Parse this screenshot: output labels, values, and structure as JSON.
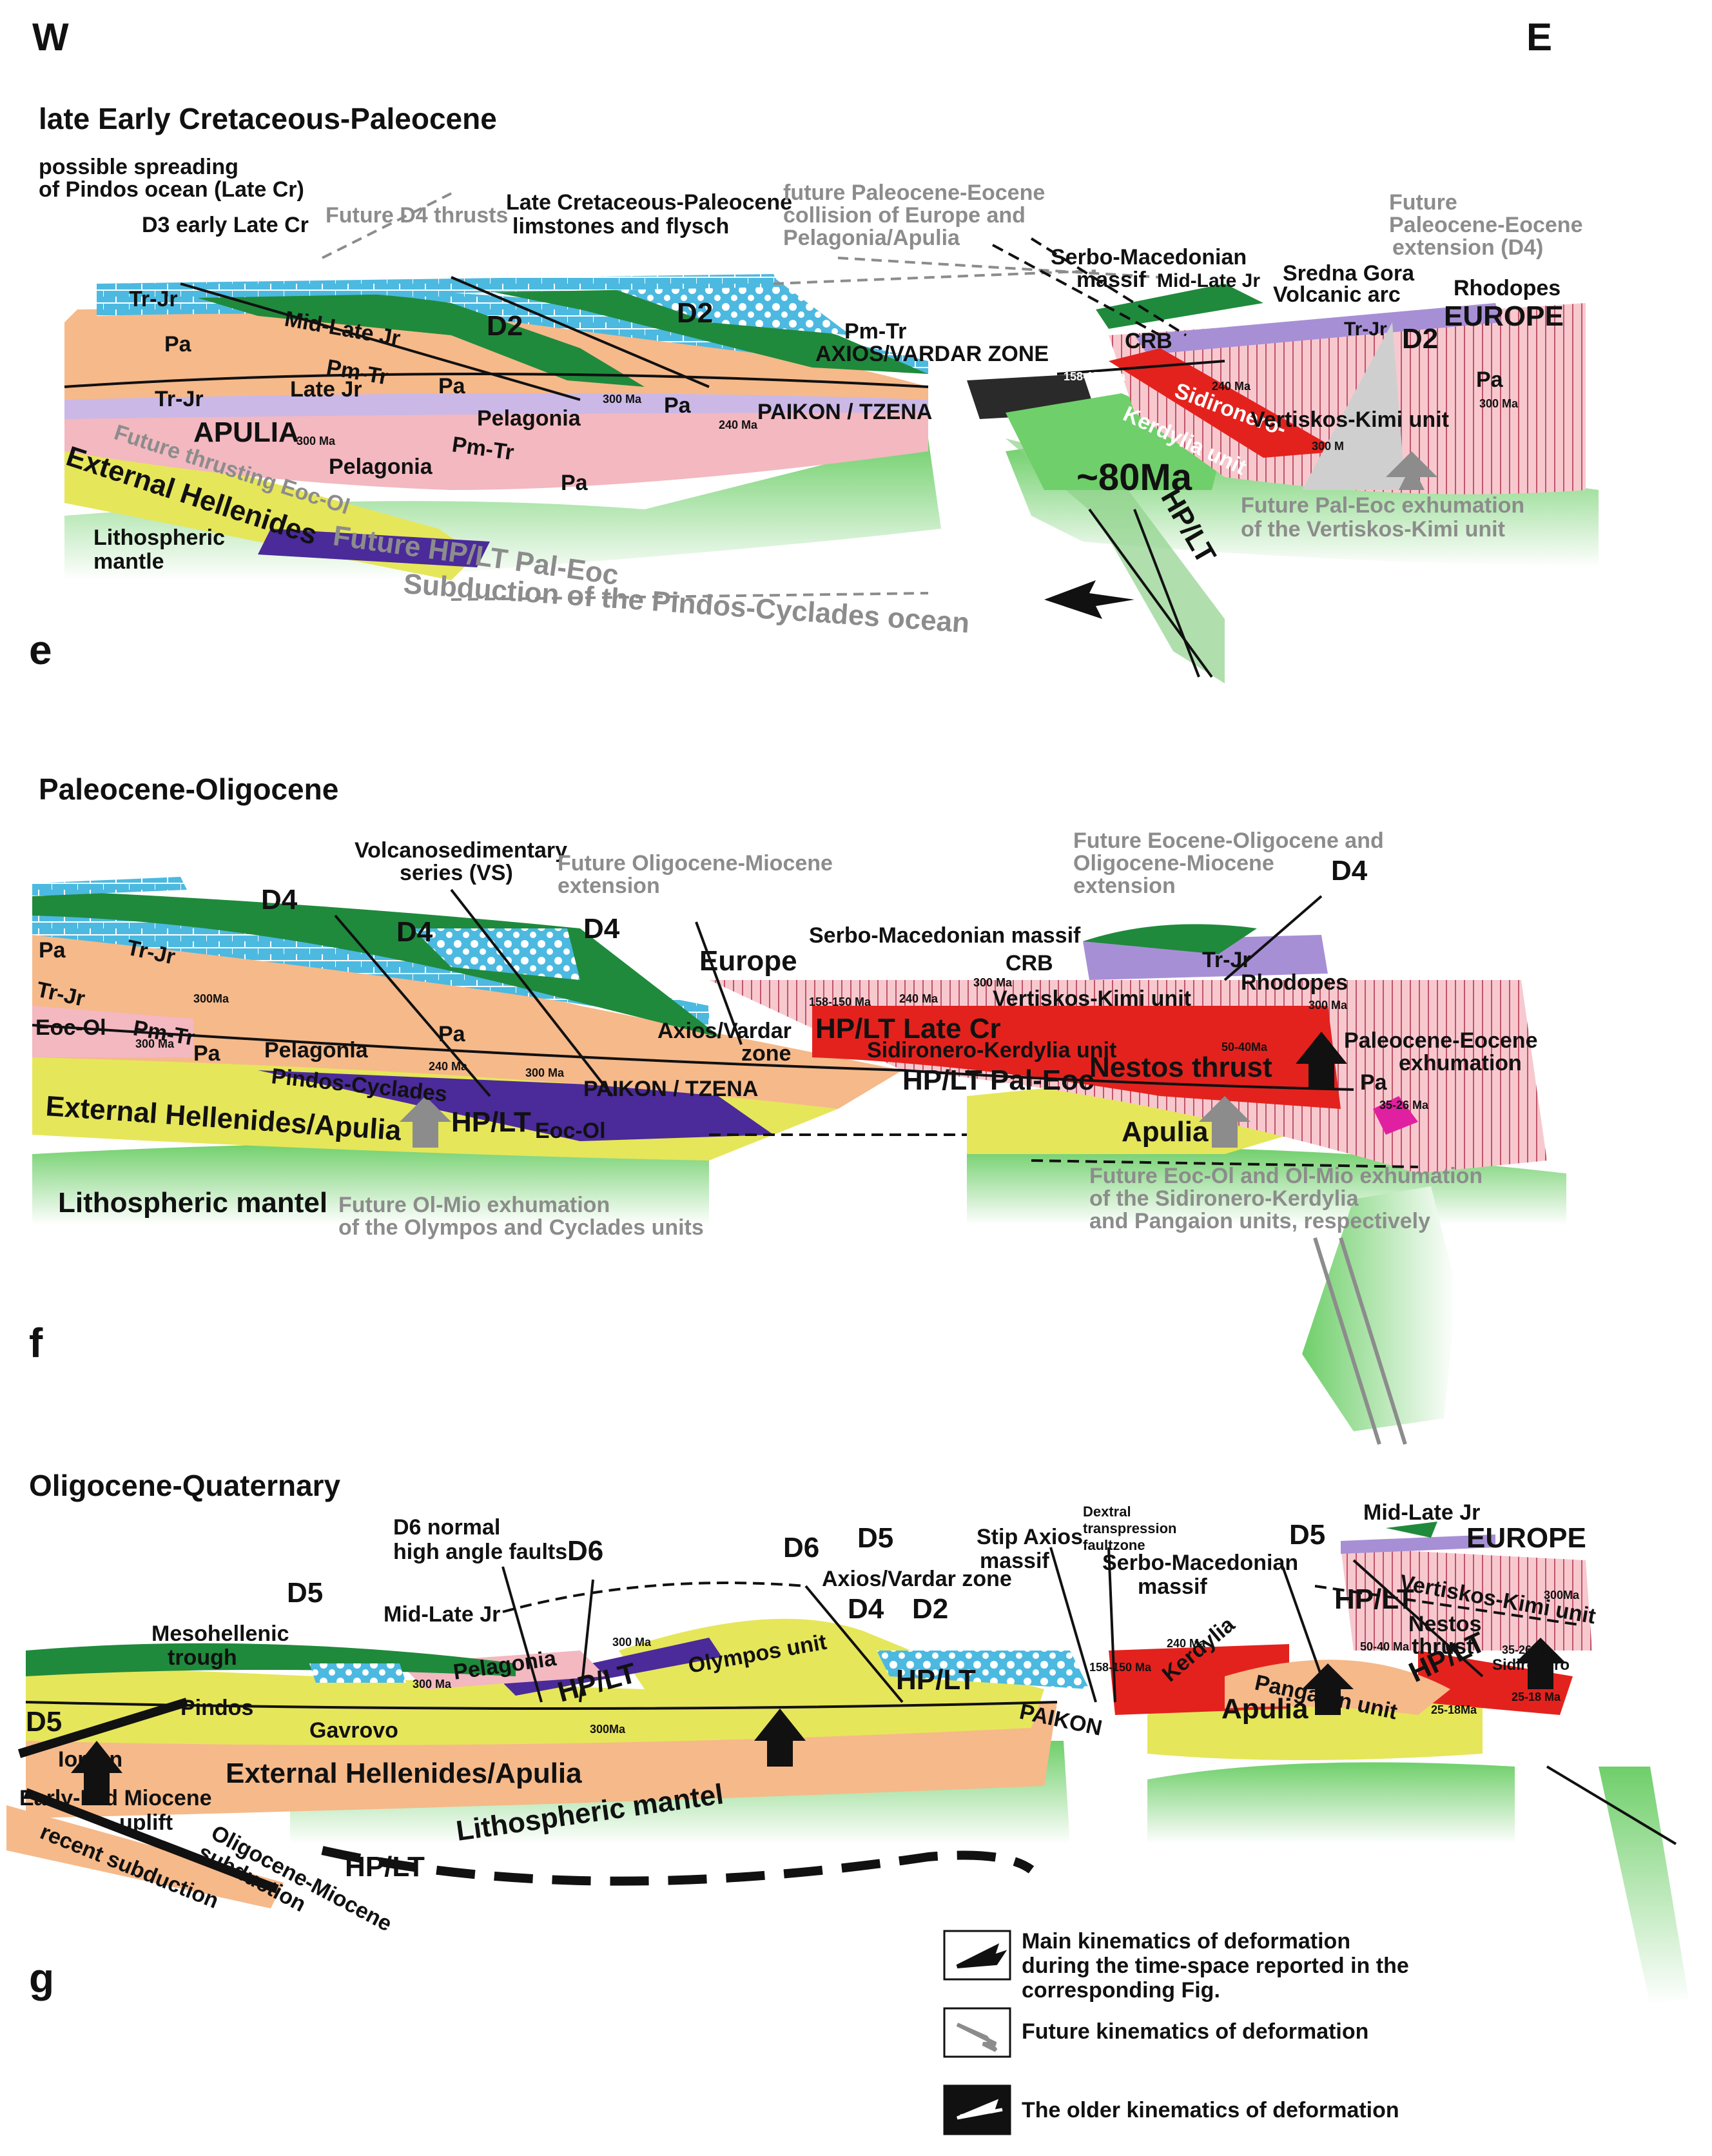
{
  "compass": {
    "west": "W",
    "east": "E"
  },
  "colors": {
    "green_mantle": "#8fd18a",
    "ophiolite_green": "#1f8a3c",
    "pa_orange": "#f6b98a",
    "pink_pelagonia": "#f3b8c0",
    "lavender": "#cbb8e6",
    "yellow_apulia": "#e6e65a",
    "blue_limestone": "#4cb9e0",
    "purple_hp": "#4b2a9a",
    "red_unit": "#e3221e",
    "europe_pink": "#f7c9cf"
  },
  "panel_e": {
    "letter": "e",
    "title": "late Early Cretaceous-Paleocene",
    "labels": {
      "pindos_spreading_1": "possible spreading",
      "pindos_spreading_2": "of Pindos ocean (Late Cr)",
      "d3": "D3 early Late Cr",
      "future_d4_thrusts": "Future D4 thrusts",
      "late_cr_limestones_1": "Late Cretaceous-Paleocene",
      "late_cr_limestones_2": "limstones and flysch",
      "future_collision_1": "future Paleocene-Eocene",
      "future_collision_2": "collision of Europe and",
      "future_collision_3": "Pelagonia/Apulia",
      "serbo_1": "Serbo-Macedonian",
      "serbo_2": "massif",
      "mid_late_jr_e": "Mid-Late Jr",
      "sredna_1": "Sredna Gora",
      "sredna_2": "Volcanic arc",
      "future_ext_1": "Future",
      "future_ext_2": "Paleocene-Eocene",
      "future_ext_3": "extension (D4)",
      "rhodopes": "Rhodopes",
      "europe": "EUROPE",
      "tr_jr_left": "Tr-Jr",
      "tr_jr_lower": "Tr-Jr",
      "tr_jr_right": "Tr-Jr",
      "pa_1": "Pa",
      "pa_2": "Pa",
      "pa_3": "Pa",
      "pa_4": "Pa",
      "mid_late_jr": "Mid-Late Jr",
      "pm_tr_1": "Pm-Tr",
      "pm_tr_2": "Pm-Tr",
      "pm_tr_3": "Pm-Tr",
      "late_jr": "Late Jr",
      "d2_1": "D2",
      "d2_2": "D2",
      "d2_3": "D2",
      "apulia": "APULIA",
      "pelagonia_1": "Pelagonia",
      "pelagonia_2": "Pelagonia",
      "axios_zone": "AXIOS/VARDAR ZONE",
      "paikon": "PAIKON / TZENA",
      "crb": "CRB",
      "sidironero": "Sidironero-",
      "kerdylia": "Kerdylia unit",
      "vertiskos": "Vertiskos-Kimi unit",
      "ma80": "~80Ma",
      "hplt": "HP/LT",
      "future_thrusting": "Future thrusting Eoc-Ol",
      "external_hellenides": "External Hellenides",
      "lith_mantle_1": "Lithospheric",
      "lith_mantle_2": "mantle",
      "future_hplt": "Future HP/LT Pal-Eoc",
      "subduction_pindos": "Subduction of the Pindos-Cyclades ocean",
      "future_exhum_1": "Future Pal-Eoc exhumation",
      "future_exhum_2": "of the Vertiskos-Kimi unit",
      "age_300a": "300 Ma",
      "age_300b": "300 Ma",
      "age_240": "240 Ma",
      "age_158": "158-150 Ma",
      "age_240b": "240 Ma",
      "age_300c": "300 Ma",
      "age_300d": "300 M"
    }
  },
  "panel_f": {
    "letter": "f",
    "title": "Paleocene-Oligocene",
    "labels": {
      "vs_1": "Volcanosedimentary",
      "vs_2": "series (VS)",
      "future_olmio_1": "Future Oligocene-Miocene",
      "future_olmio_2": "extension",
      "future_eoc_1": "Future Eocene-Oligocene and",
      "future_eoc_2": "Oligocene-Miocene",
      "future_eoc_3": "extension",
      "d4_1": "D4",
      "d4_2": "D4",
      "d4_3": "D4",
      "d4_4": "D4",
      "pa_1": "Pa",
      "pa_2": "Pa",
      "pa_3": "Pa",
      "pa_4": "Pa",
      "tr_jr_1": "Tr-Jr",
      "tr_jr_2": "Tr-Jr",
      "tr_jr_3": "Tr-Jr",
      "eoc_ol": "Eoc-Ol",
      "pm_tr": "Pm-Tr",
      "pelagonia": "Pelagonia",
      "axios_1": "Axios/Vardar",
      "axios_2": "zone",
      "europe": "Europe",
      "serbo": "Serbo-Macedonian massif",
      "crb": "CRB",
      "rhodopes": "Rhodopes",
      "vertiskos": "Vertiskos-Kimi unit",
      "hplt_latecr": "HP/LT Late Cr",
      "sidironero": "Sidironero-Kerdylia unit",
      "hplt_paleoc": "HP/LT Pal-Eoc",
      "nestos": "Nestos thrust",
      "paleo_exhum_1": "Paleocene-Eocene",
      "paleo_exhum_2": "exhumation",
      "pindos_cyclades": "Pindos-Cyclades",
      "hplt_eocol": "HP/LT",
      "eoc_ol_2": "Eoc-Ol",
      "paikon": "PAIKON / TZENA",
      "ext_hellenides": "External Hellenides/Apulia",
      "apulia": "Apulia",
      "lith_mantle": "Lithospheric mantel",
      "future_olmio_exhum_1": "Future Ol-Mio exhumation",
      "future_olmio_exhum_2": "of the Olympos and Cyclades units",
      "future_eocol_exhum_1": "Future Eoc-Ol and Ol-Mio exhumation",
      "future_eocol_exhum_2": "of the Sidironero-Kerdylia",
      "future_eocol_exhum_3": "and Pangaion units, respectively",
      "age_300a": "300Ma",
      "age_300b": "300 Ma",
      "age_240a": "240 Ma",
      "age_300c": "300 Ma",
      "age_158": "158-150 Ma",
      "age_240b": "240 Ma",
      "age_300d": "300 Ma",
      "age_50": "50-40Ma",
      "age_300e": "300 Ma",
      "age_35": "35-26 Ma"
    }
  },
  "panel_g": {
    "letter": "g",
    "title": "Oligocene-Quaternary",
    "labels": {
      "d6_normal_1": "D6 normal",
      "d6_normal_2": "high angle faults",
      "d6_1": "D6",
      "d6_2": "D6",
      "d5_1": "D5",
      "d5_2": "D5",
      "d5_3": "D5",
      "d5_4": "D5",
      "stip_1": "Stip Axios",
      "stip_2": "massif",
      "dextral_1": "Dextral",
      "dextral_2": "transpression",
      "dextral_3": "faultzone",
      "serbo_1": "Serbo-Macedonian",
      "serbo_2": "massif",
      "mid_late_jr_top": "Mid-Late Jr",
      "europe": "EUROPE",
      "axios": "Axios/Vardar zone",
      "d4": "D4",
      "d2": "D2",
      "mesohellenic_1": "Mesohellenic",
      "mesohellenic_2": "trough",
      "mid_late_jr": "Mid-Late Jr",
      "pelagonia": "Pelagonia",
      "hplt_1": "HP/LT",
      "hplt_2": "HP/LT",
      "hplt_3": "HP/LT",
      "hplt_4": "HP/LT",
      "olympos": "Olympos unit",
      "paikon": "PAIKON",
      "vertiskos": "Vertiskos-Kimi unit",
      "nestos_1": "Nestos",
      "nestos_2": "thrust",
      "kerdylia": "Kerdylia",
      "pangaion": "Pangaion unit",
      "sidironero": "Sidironero",
      "apulia": "Apulia",
      "pindos": "Pindos",
      "gavrovo": "Gavrovo",
      "ionian": "Ionian",
      "ext_hellenides": "External Hellenides/Apulia",
      "early_mid_1": "Early-Mid Miocene",
      "early_mid_2": "uplift",
      "lith_mantel": "Lithospheric mantel",
      "recent_sub": "recent subduction",
      "olig_mio_1": "Oligocene-Miocene",
      "olig_mio_2": "subduction",
      "hplt_bottom": "HP/LT",
      "age_300a": "300 Ma",
      "age_300b": "300 Ma",
      "age_300c": "300Ma",
      "age_158": "158-150 Ma",
      "age_240": "240 Ma",
      "age_300d": "300Ma",
      "age_50": "50-40 Ma",
      "age_35": "35-26 Ma",
      "age_25a": "25-18Ma",
      "age_25b": "25-18 Ma"
    }
  },
  "legend": {
    "main_1": "Main kinematics of deformation",
    "main_2": "during the time-space reported in the",
    "main_3": "corresponding Fig.",
    "future": "Future kinematics of deformation",
    "older": "The older kinematics of deformation"
  }
}
